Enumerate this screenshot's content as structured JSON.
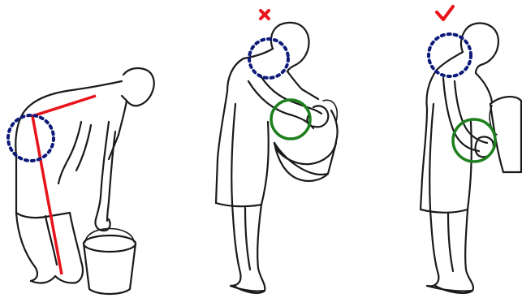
{
  "colors": {
    "background": "#ffffff",
    "outline": "#1a1a1a",
    "spine_line": "#e8141b",
    "wrong_mark": "#e8141b",
    "right_mark": "#e8141b",
    "neck_back_highlight": "#0d1a7a",
    "hand_grip_highlight": "#1e7f1e"
  },
  "panels": [
    {
      "id": "bent-back-lift",
      "mark": null,
      "highlights": [
        "lower-back-circle",
        "spine-line"
      ]
    },
    {
      "id": "wrong-posture",
      "mark": "cross-icon",
      "highlights": [
        "neck-circle",
        "hand-circle"
      ]
    },
    {
      "id": "correct-posture",
      "mark": "check-icon",
      "highlights": [
        "neck-circle",
        "hand-circle"
      ]
    }
  ]
}
